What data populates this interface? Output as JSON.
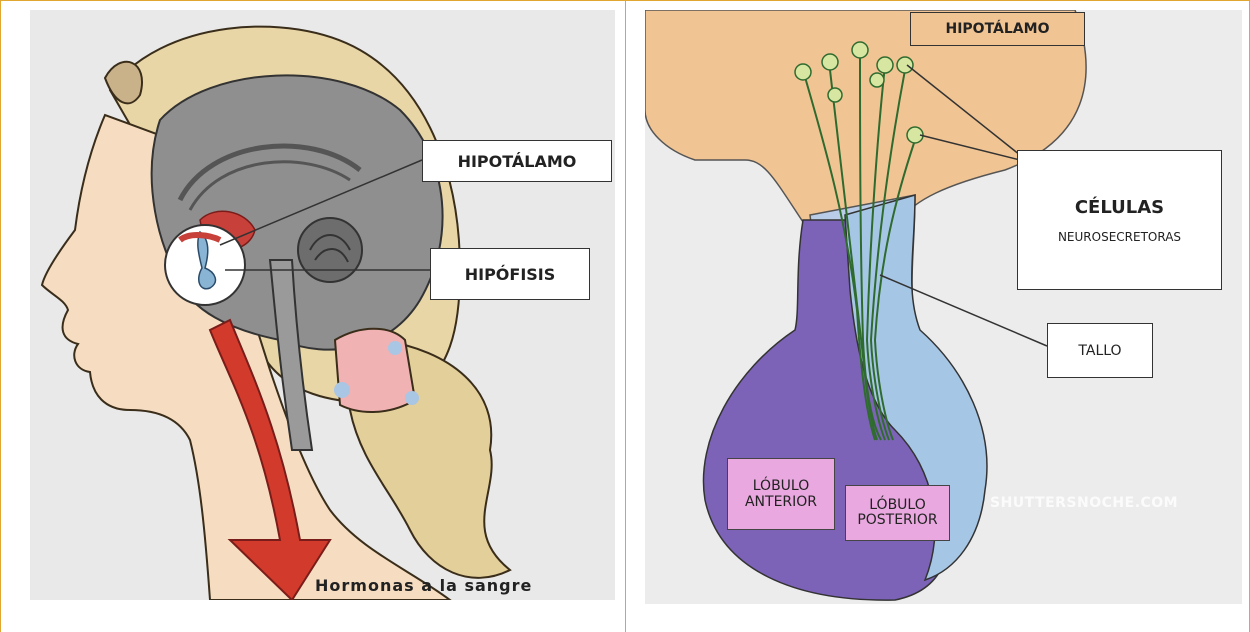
{
  "left_diagram": {
    "labels": {
      "hypothalamus": "HIPOTÁLAMO",
      "pituitary": "HIPÓFISIS",
      "caption": "Hormonas a la sangre"
    }
  },
  "right_diagram": {
    "labels": {
      "hypothalamus": "HIPOTÁLAMO",
      "cells_title": "CÉLULAS",
      "cells_subtitle": "NEUROSECRETORAS",
      "stalk": "TALLO",
      "anterior_lobe_line1": "LÓBULO",
      "anterior_lobe_line2": "ANTERIOR",
      "posterior_lobe_line1": "LÓBULO",
      "posterior_lobe_line2": "POSTERIOR"
    },
    "watermark": "SHUTTERSNOCHE.COM"
  },
  "colors": {
    "border": "#e0a630",
    "hypothalamus_fill": "#f1c493",
    "anterior_lobe": "#7c63b8",
    "posterior_lobe": "#a6c6e6",
    "arrow": "#d23b2c",
    "label_pink": "#e9a8df"
  }
}
